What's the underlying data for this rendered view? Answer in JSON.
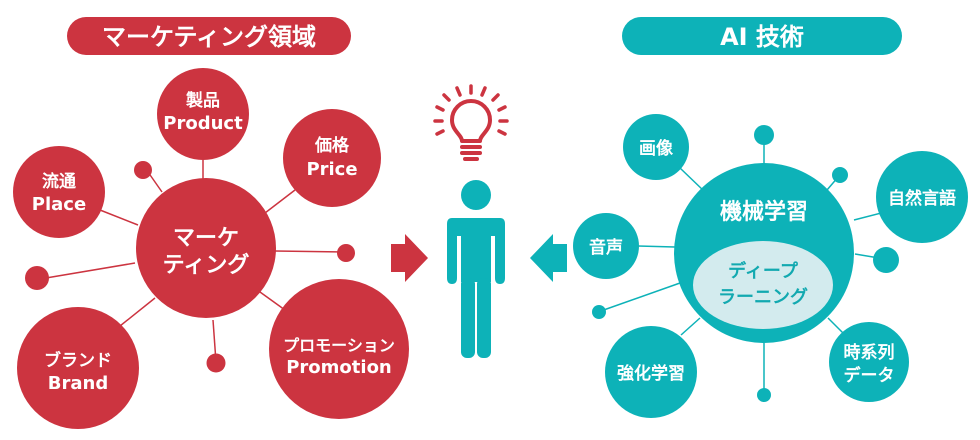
{
  "colors": {
    "marketing": "#cc3440",
    "ai": "#0db2b8",
    "deep_learning_fill": "#d3ebee",
    "deep_learning_text": "#12a9b0",
    "background": "#ffffff"
  },
  "marketing": {
    "title": "マーケティング領域",
    "center": {
      "line1": "マーケ",
      "line2": "ティング"
    },
    "nodes": [
      {
        "id": "product",
        "jp": "製品",
        "en": "Product"
      },
      {
        "id": "price",
        "jp": "価格",
        "en": "Price"
      },
      {
        "id": "place",
        "jp": "流通",
        "en": "Place"
      },
      {
        "id": "brand",
        "jp": "ブランド",
        "en": "Brand"
      },
      {
        "id": "promotion",
        "jp": "プロモーション",
        "en": "Promotion"
      }
    ]
  },
  "ai": {
    "title": "AI 技術",
    "center": "機械学習",
    "deep_learning": {
      "line1": "ディープ",
      "line2": "ラーニング"
    },
    "nodes": [
      {
        "id": "image",
        "label": "画像"
      },
      {
        "id": "voice",
        "label": "音声"
      },
      {
        "id": "nlp",
        "label": "自然言語"
      },
      {
        "id": "reinforcement",
        "label": "強化学習"
      },
      {
        "id": "timeseries",
        "line1": "時系列",
        "line2": "データ"
      }
    ]
  },
  "icons": {
    "lightbulb": "lightbulb-icon",
    "person": "person-icon",
    "arrow_right": "arrow-right-icon",
    "arrow_left": "arrow-left-icon"
  }
}
